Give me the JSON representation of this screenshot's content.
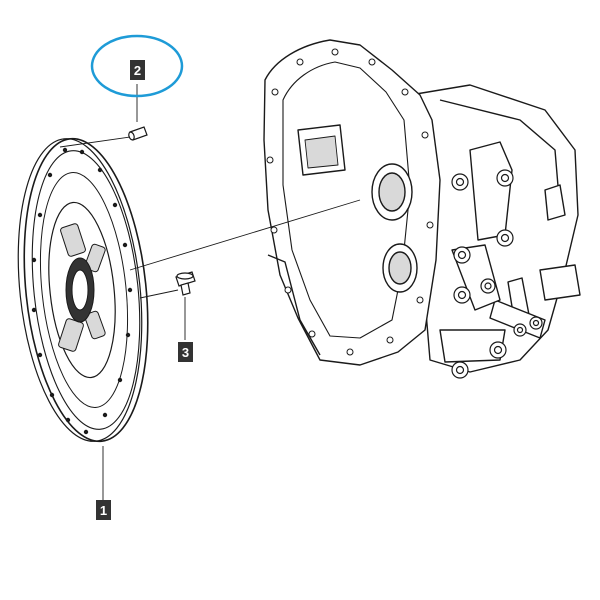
{
  "diagram": {
    "parts": [
      {
        "number": "1",
        "label": "1",
        "component": "clutch-disc"
      },
      {
        "number": "2",
        "label": "2",
        "component": "dowel-pin"
      },
      {
        "number": "3",
        "label": "3",
        "component": "bolt"
      }
    ],
    "highlighted_part": "2",
    "colors": {
      "line": "#1a1a1a",
      "callout_box": "#333333",
      "callout_text": "#ffffff",
      "highlight_ring": "#1e9bd7",
      "background": "#ffffff",
      "fill": "#ffffff",
      "shade": "#d9d9d9"
    }
  }
}
